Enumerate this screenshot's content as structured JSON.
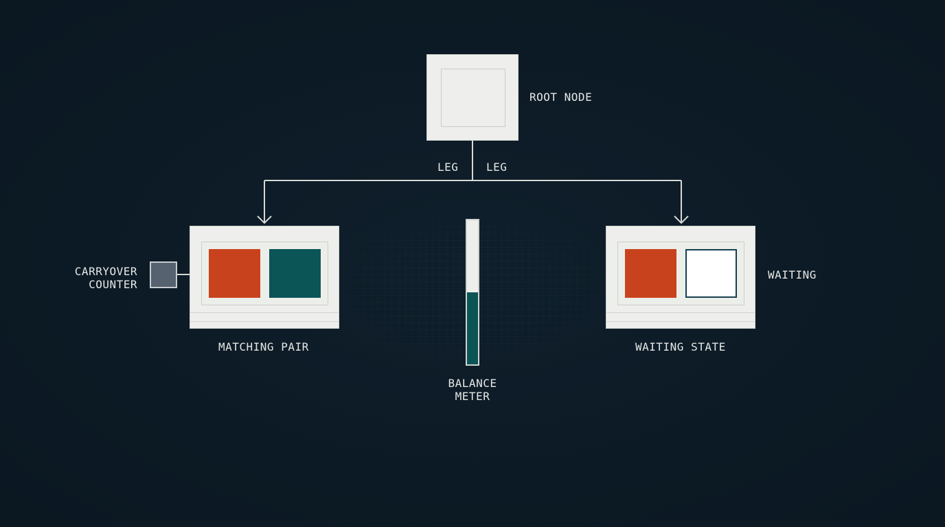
{
  "colors": {
    "background": "#0d1b26",
    "card": "#eeefec",
    "wire": "#d6d9d6",
    "orange": "#c8431d",
    "teal": "#0c5557",
    "empty_slot": "#ffffff",
    "empty_slot_border": "#143f4f",
    "counter_fill": "#56626f"
  },
  "root": {
    "label": "ROOT NODE"
  },
  "legs": {
    "left_label": "LEG",
    "right_label": "LEG"
  },
  "left_panel": {
    "caption": "MATCHING PAIR",
    "tokens": [
      "orange",
      "teal"
    ]
  },
  "right_panel": {
    "caption": "WAITING STATE",
    "side_label": "WAITING",
    "tokens": [
      "orange",
      "empty"
    ]
  },
  "carryover": {
    "label": "CARRYOVER\nCOUNTER"
  },
  "balance_meter": {
    "label": "BALANCE\nMETER",
    "fill_fraction": 0.5
  }
}
